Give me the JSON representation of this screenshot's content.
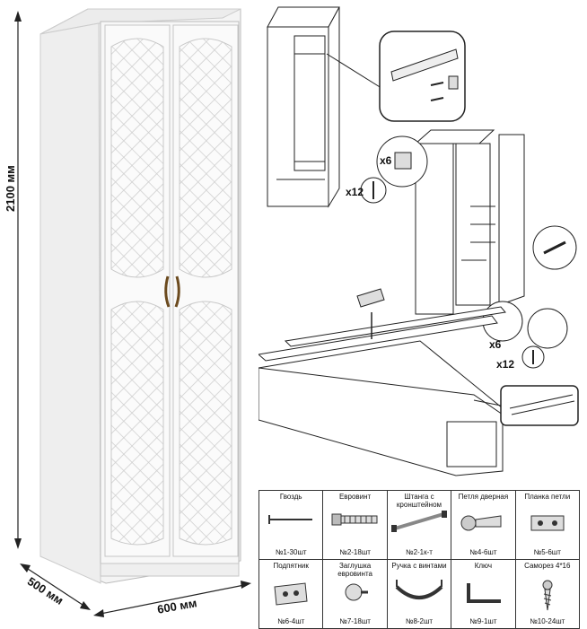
{
  "dimensions": {
    "height": "2100 мм",
    "depth": "500 мм",
    "width": "600 мм"
  },
  "callouts": {
    "x6_top": "x6",
    "x12_left": "x12",
    "x6_bottom": "x6",
    "x12_bottom": "x12"
  },
  "parts": [
    {
      "name": "Гвоздь",
      "count": "№1-30шт",
      "icon": "nail-icon"
    },
    {
      "name": "Евровинт",
      "count": "№2-18шт",
      "icon": "euroscrew-icon"
    },
    {
      "name": "Штанга с кронштейном",
      "count": "№2-1к-т",
      "icon": "rod-icon"
    },
    {
      "name": "Петля дверная",
      "count": "№4-6шт",
      "icon": "door-hinge-icon"
    },
    {
      "name": "Планка петли",
      "count": "№5-6шт",
      "icon": "hinge-plate-icon"
    },
    {
      "name": "Подпятник",
      "count": "№6-4шт",
      "icon": "foot-pad-icon"
    },
    {
      "name": "Заглушка евровинта",
      "count": "№7-18шт",
      "icon": "screw-cap-icon"
    },
    {
      "name": "Ручка с винтами",
      "count": "№8-2шт",
      "icon": "handle-icon"
    },
    {
      "name": "Ключ",
      "count": "№9-1шт",
      "icon": "hex-key-icon"
    },
    {
      "name": "Саморез 4*16",
      "count": "№10-24шт",
      "icon": "wood-screw-icon"
    }
  ]
}
